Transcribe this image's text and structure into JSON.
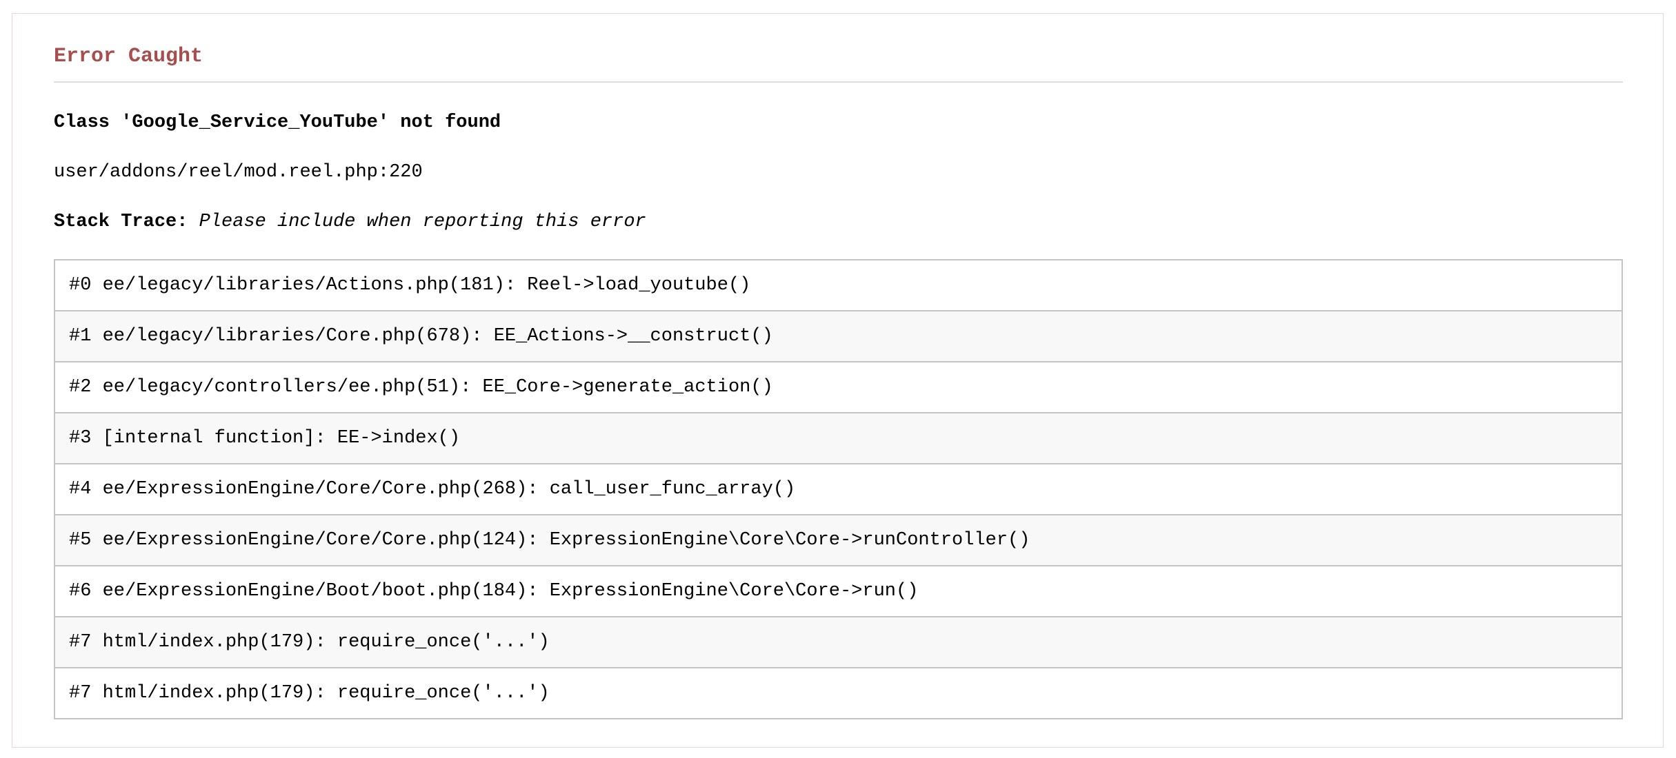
{
  "error": {
    "title": "Error Caught",
    "message": "Class 'Google_Service_YouTube' not found",
    "location": "user/addons/reel/mod.reel.php:220",
    "stack_label": "Stack Trace:",
    "stack_note": "Please include when reporting this error",
    "stack": [
      "#0 ee/legacy/libraries/Actions.php(181): Reel->load_youtube()",
      "#1 ee/legacy/libraries/Core.php(678): EE_Actions->__construct()",
      "#2 ee/legacy/controllers/ee.php(51): EE_Core->generate_action()",
      "#3 [internal function]: EE->index()",
      "#4 ee/ExpressionEngine/Core/Core.php(268): call_user_func_array()",
      "#5 ee/ExpressionEngine/Core/Core.php(124): ExpressionEngine\\Core\\Core->runController()",
      "#6 ee/ExpressionEngine/Boot/boot.php(184): ExpressionEngine\\Core\\Core->run()",
      "#7 html/index.php(179): require_once('...')",
      "#7 html/index.php(179): require_once('...')"
    ]
  },
  "colors": {
    "title": "#a74d4d",
    "panel_border": "#ecd3d6",
    "row_border": "#c4c4c4",
    "row_alt": "#f8f8f8"
  }
}
